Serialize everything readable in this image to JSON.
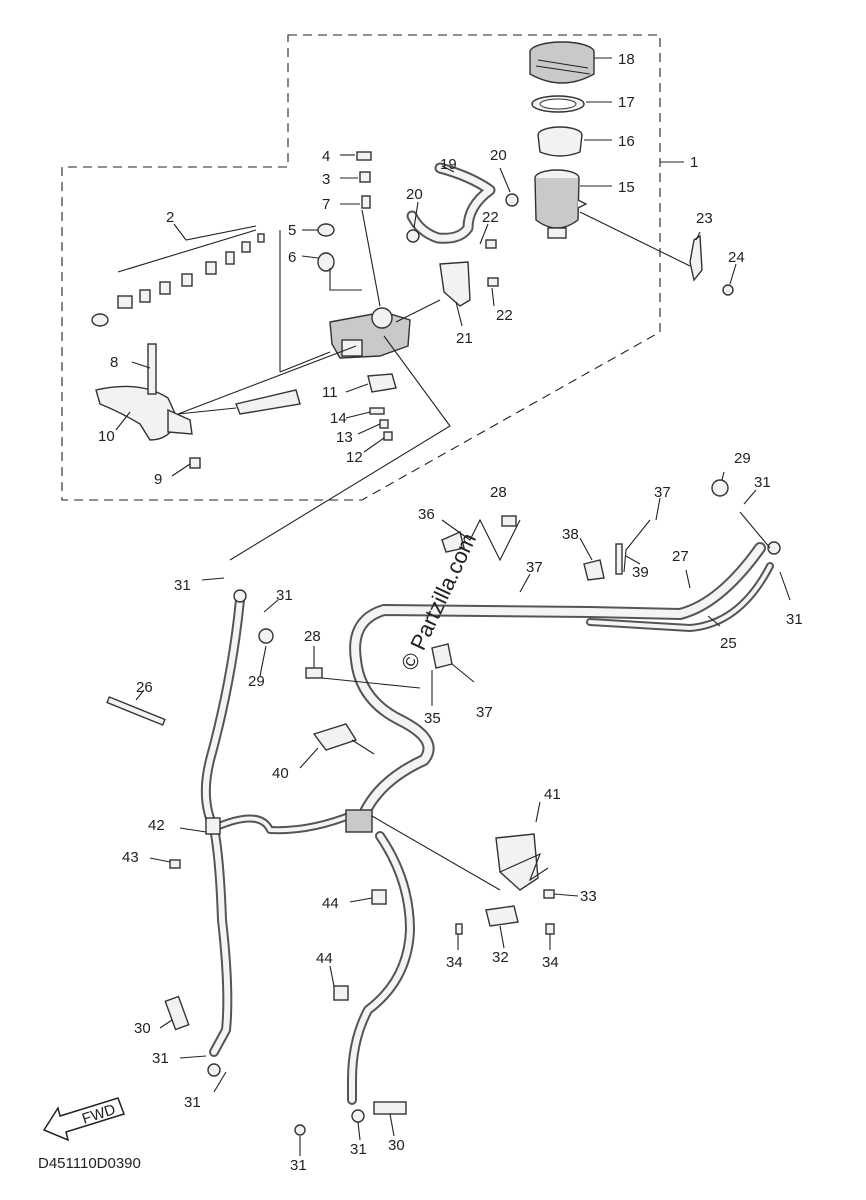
{
  "diagram_code": "D451110D0390",
  "watermark": "© Partzilla.com",
  "fwd_label": "FWD",
  "callouts": {
    "c18": "18",
    "c17": "17",
    "c16": "16",
    "c15": "15",
    "c1": "1",
    "c4": "4",
    "c3": "3",
    "c7": "7",
    "c5": "5",
    "c6": "6",
    "c19": "19",
    "c20a": "20",
    "c20b": "20",
    "c22a": "22",
    "c22b": "22",
    "c2": "2",
    "c23": "23",
    "c24": "24",
    "c21": "21",
    "c8": "8",
    "c10": "10",
    "c9": "9",
    "c11": "11",
    "c14": "14",
    "c13": "13",
    "c12": "12",
    "c29a": "29",
    "c31a": "31",
    "c28a": "28",
    "c36": "36",
    "c37a": "37",
    "c38": "38",
    "c37b": "37",
    "c39": "39",
    "c27": "27",
    "c31b": "31",
    "c25": "25",
    "c31c": "31",
    "c31d": "31",
    "c26": "26",
    "c29b": "29",
    "c28b": "28",
    "c35": "35",
    "c37c": "37",
    "c40": "40",
    "c42": "42",
    "c43": "43",
    "c41": "41",
    "c44a": "44",
    "c33": "33",
    "c34a": "34",
    "c32": "32",
    "c34b": "34",
    "c44b": "44",
    "c30a": "30",
    "c31e": "31",
    "c31f": "31",
    "c31g": "31",
    "c31h": "31",
    "c30b": "30"
  }
}
